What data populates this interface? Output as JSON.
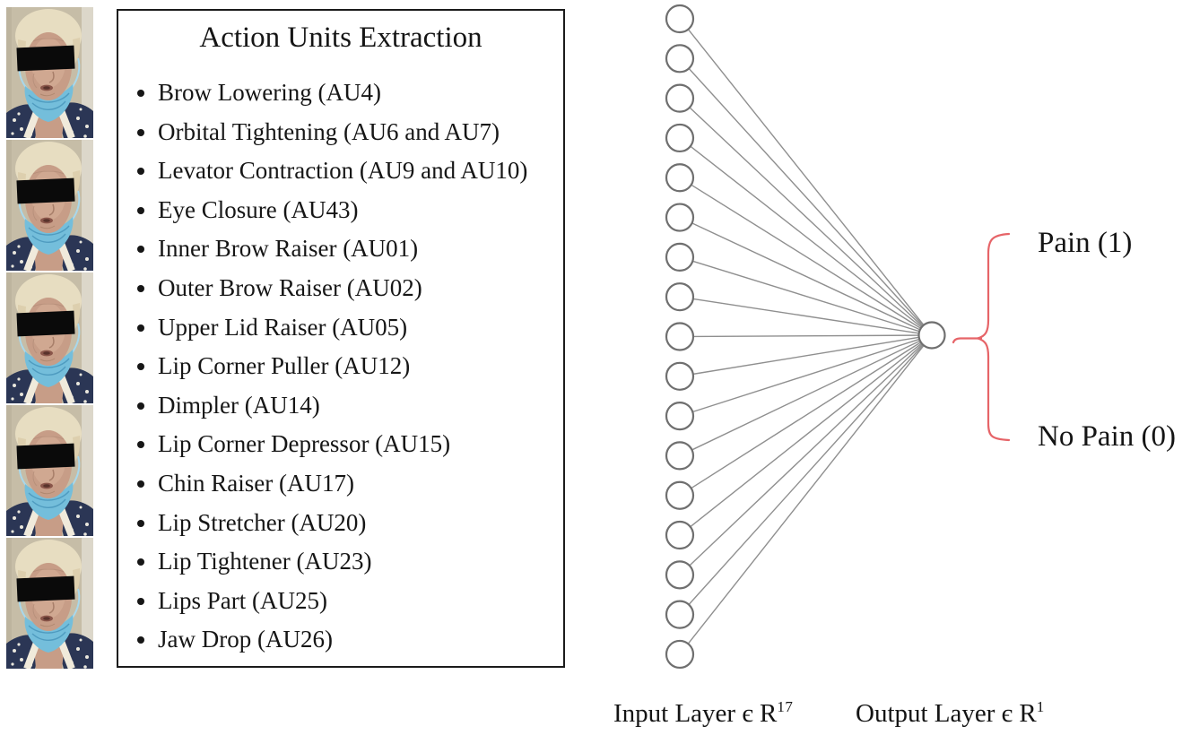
{
  "figure": {
    "photos": {
      "count": 5,
      "description": "de-identified elderly patient face frames with eye bar and lowered surgical mask",
      "colors": {
        "background": "#c6bda7",
        "background_light_band": "#dcd7ca",
        "hair": "#e7ddc1",
        "skin": "#c79d87",
        "censor_bar": "#0a0a0a",
        "mask": "#74bedb",
        "mask_fold": "#4f9cc0",
        "clothing": "#2b3655",
        "floret": "#e9e7dd",
        "strap": "#f0eadb",
        "necklace": "#c09140"
      }
    },
    "action_units": {
      "title": "Action Units Extraction",
      "items": [
        "Brow Lowering (AU4)",
        "Orbital Tightening (AU6 and AU7)",
        "Levator Contraction (AU9 and AU10)",
        "Eye Closure (AU43)",
        "Inner Brow Raiser (AU01)",
        "Outer Brow Raiser (AU02)",
        "Upper Lid Raiser (AU05)",
        "Lip Corner Puller (AU12)",
        "Dimpler (AU14)",
        "Lip Corner Depressor (AU15)",
        "Chin Raiser (AU17)",
        "Lip Stretcher (AU20)",
        "Lip Tightener (AU23)",
        "Lips Part (AU25)",
        "Jaw Drop (AU26)"
      ]
    },
    "network": {
      "input_count": 17,
      "output_count": 1,
      "node_stroke_color": "#6f6f6f",
      "edge_color": "#8f8f8f",
      "brace_color": "#e66468",
      "output_positive_label": "Pain (1)",
      "output_negative_label": "No Pain (0)",
      "input_layer_label": "Input Layer є R",
      "input_layer_superscript": "17",
      "output_layer_label": "Output Layer є R",
      "output_layer_superscript": "1"
    }
  }
}
